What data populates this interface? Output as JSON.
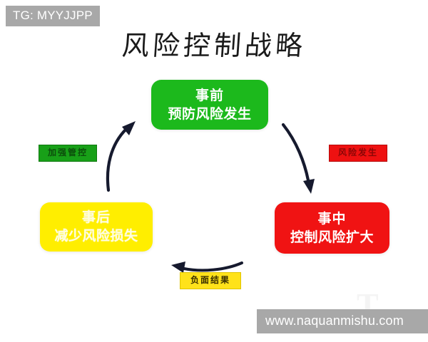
{
  "page": {
    "title": "风险控制战略",
    "background_color": "#ffffff"
  },
  "watermarks": {
    "top_left": "TG: MYYJJPP",
    "bottom_right": "www.naquanmishu.com",
    "ghost": "T",
    "badge_color": "#a8a8a8",
    "badge_text_color": "#ffffff"
  },
  "diagram": {
    "type": "cycle",
    "nodes": [
      {
        "id": "before",
        "line1": "事前",
        "line2": "预防风险发生",
        "color": "#1cb91c",
        "text_color": "#ffffff",
        "position": "top"
      },
      {
        "id": "during",
        "line1": "事中",
        "line2": "控制风险扩大",
        "color": "#f01313",
        "text_color": "#ffffff",
        "position": "bottom-right"
      },
      {
        "id": "after",
        "line1": "事后",
        "line2": "减少风险损失",
        "color": "#ffee00",
        "text_color": "#fffde0",
        "position": "bottom-left"
      }
    ],
    "edges": [
      {
        "id": "before-to-during",
        "label": "风险发生",
        "label_color": "#ee1111",
        "from": "before",
        "to": "during",
        "direction": "down-right"
      },
      {
        "id": "during-to-after",
        "label": "负面结果",
        "label_color": "#ffe21a",
        "from": "during",
        "to": "after",
        "direction": "left"
      },
      {
        "id": "after-to-before",
        "label": "加强管控",
        "label_color": "#18a018",
        "from": "after",
        "to": "before",
        "direction": "up-right"
      }
    ]
  }
}
